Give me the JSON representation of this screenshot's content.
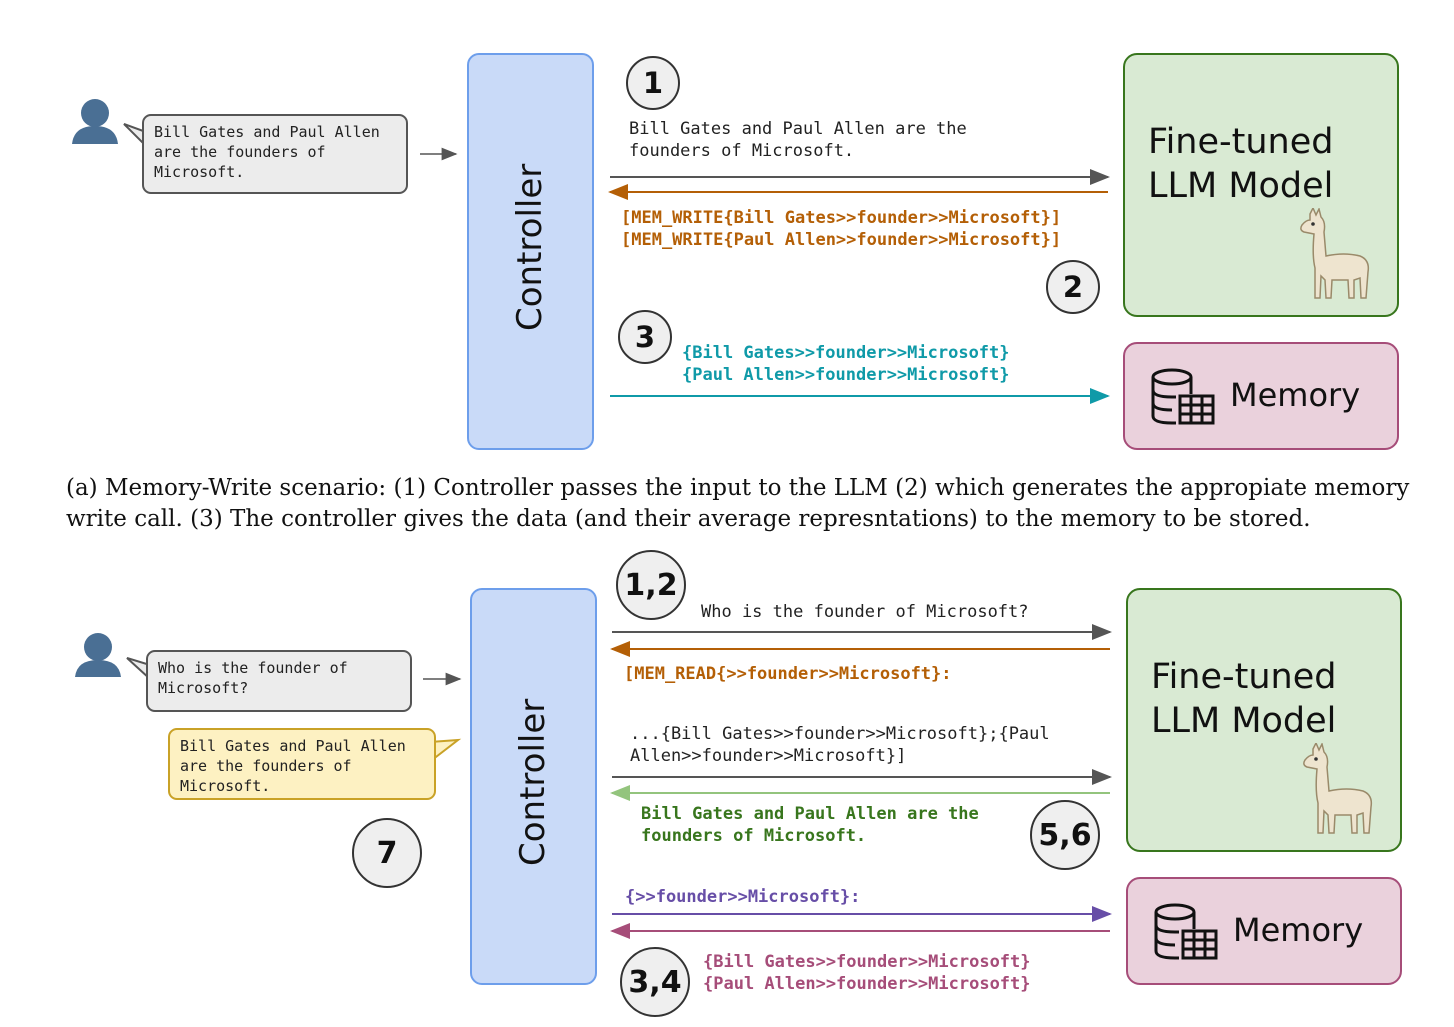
{
  "colors": {
    "controller_fill": "#c9daf8",
    "controller_border": "#6d9eeb",
    "llm_fill": "#d9ead3",
    "llm_border": "#38761d",
    "memory_fill": "#ead1dc",
    "memory_border": "#a64d79",
    "write_orange": "#b45f06",
    "store_teal": "#0f9aa8",
    "answer_green": "#38761d",
    "query_purple": "#674ea7",
    "read_magenta": "#a64d79",
    "gray_arrow": "#555555"
  },
  "icons": {
    "user": "user-icon",
    "database": "database-icon",
    "llama": "llama-icon"
  },
  "panel_a": {
    "user_message": "Bill Gates and Paul Allen\nare the founders of\nMicrosoft.",
    "controller_label": "Controller",
    "llm_label": "Fine-tuned\nLLM Model",
    "memory_label": "Memory",
    "step1_label": "1",
    "step1_text": "Bill Gates and Paul Allen are the\nfounders of Microsoft.",
    "step2_label": "2",
    "step2_text": "[MEM_WRITE{Bill Gates>>founder>>Microsoft}]\n[MEM_WRITE{Paul Allen>>founder>>Microsoft}]",
    "step3_label": "3",
    "step3_text": "{Bill Gates>>founder>>Microsoft}\n{Paul Allen>>founder>>Microsoft}",
    "caption": "(a) Memory-Write scenario: (1) Controller passes the input to the LLM (2) which generates the appropiate memory write call. (3) The controller gives the data (and their average represntations) to the memory to be stored."
  },
  "panel_b": {
    "user_message": "Who is the founder of\nMicrosoft?",
    "answer_message": "Bill Gates and Paul Allen\nare the founders of\nMicrosoft.",
    "controller_label": "Controller",
    "llm_label": "Fine-tuned\nLLM Model",
    "memory_label": "Memory",
    "step12_label": "1,2",
    "step1_text": "Who is the founder of Microsoft?",
    "mem_read_text": "[MEM_READ{>>founder>>Microsoft}:",
    "continuation_text": "...{Bill Gates>>founder>>Microsoft};{Paul\nAllen>>founder>>Microsoft}]",
    "answer_text": "Bill Gates and Paul Allen are the\nfounders of Microsoft.",
    "step56_label": "5,6",
    "step7_label": "7",
    "query_text": "{>>founder>>Microsoft}:",
    "step34_label": "3,4",
    "result_text": "{Bill Gates>>founder>>Microsoft}\n{Paul Allen>>founder>>Microsoft}"
  }
}
